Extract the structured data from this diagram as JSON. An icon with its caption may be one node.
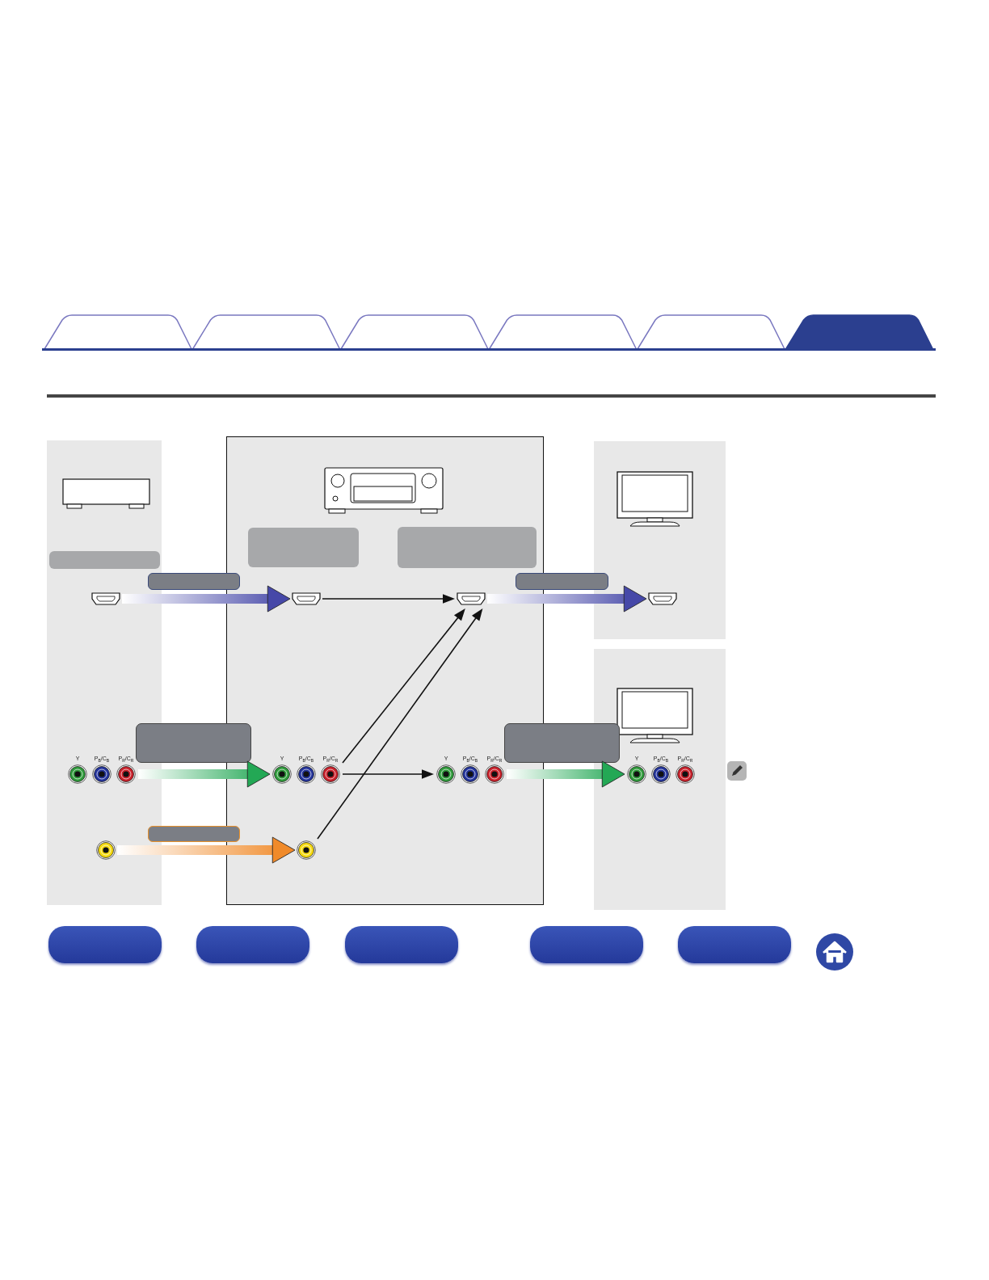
{
  "diagram": {
    "nodes": [
      {
        "text": [],
        "shape": "box"
      },
      {
        "text": [],
        "shape": "box"
      },
      {
        "text": [],
        "shape": "box"
      },
      {
        "text": [],
        "shape": "box"
      },
      {
        "text": [],
        "shape": "circle",
        "beside": [
          "Y",
          "P$_{B}$/C$_{B}$",
          "P$_{R}$/C$_{R}$"
        ]
      },
      {
        "text": [],
        "shape": "circle",
        "beside": [
          "Y",
          "P$_{B}$/C$_{B}$",
          "P$_{R}$/C$_{R}$"
        ]
      },
      {
        "text": [],
        "shape": "circle",
        "beside": [
          "Y",
          "P$_{B}$/C$_{B}$",
          "P$_{R}$/C$_{R}$"
        ]
      },
      {
        "text": [],
        "shape": "circle",
        "beside": [
          "Y",
          "P$_{B}$/C$_{B}$",
          "P$_{R}$/C$_{R}$"
        ]
      },
      {
        "text": [],
        "shape": "circle"
      },
      {
        "text": [],
        "shape": "circle"
      },
      {
        "text": [],
        "shape": "box"
      },
      {
        "text": [],
        "shape": "box"
      },
      {
        "text": [],
        "shape": "box"
      },
      {
        "text": [],
        "shape": "box"
      },
      {
        "text": [],
        "shape": "box"
      },
      {
        "text": [],
        "shape": "box"
      },
      {
        "text": [],
        "shape": "box"
      },
      {
        "text": [],
        "shape": "box"
      }
    ],
    "edges": [
      {
        "from": 0,
        "to": 1,
        "arrow": "to",
        "style": "thick",
        "color": "#4648a8"
      },
      {
        "from": 1,
        "to": 2,
        "arrow": "to"
      },
      {
        "from": 2,
        "to": 3,
        "arrow": "to",
        "style": "thick",
        "color": "#4648a8"
      },
      {
        "from": 4,
        "to": 5,
        "arrow": "to",
        "style": "thick",
        "color": "#23a855"
      },
      {
        "from": 5,
        "to": 2,
        "arrow": "to"
      },
      {
        "from": 5,
        "to": 6,
        "arrow": "to"
      },
      {
        "from": 6,
        "to": 7,
        "arrow": "to",
        "style": "thick",
        "color": "#23a855"
      },
      {
        "from": 8,
        "to": 9,
        "arrow": "to",
        "style": "thick",
        "color": "#f08a2a"
      },
      {
        "from": 9,
        "to": 2,
        "arrow": "to"
      }
    ]
  }
}
